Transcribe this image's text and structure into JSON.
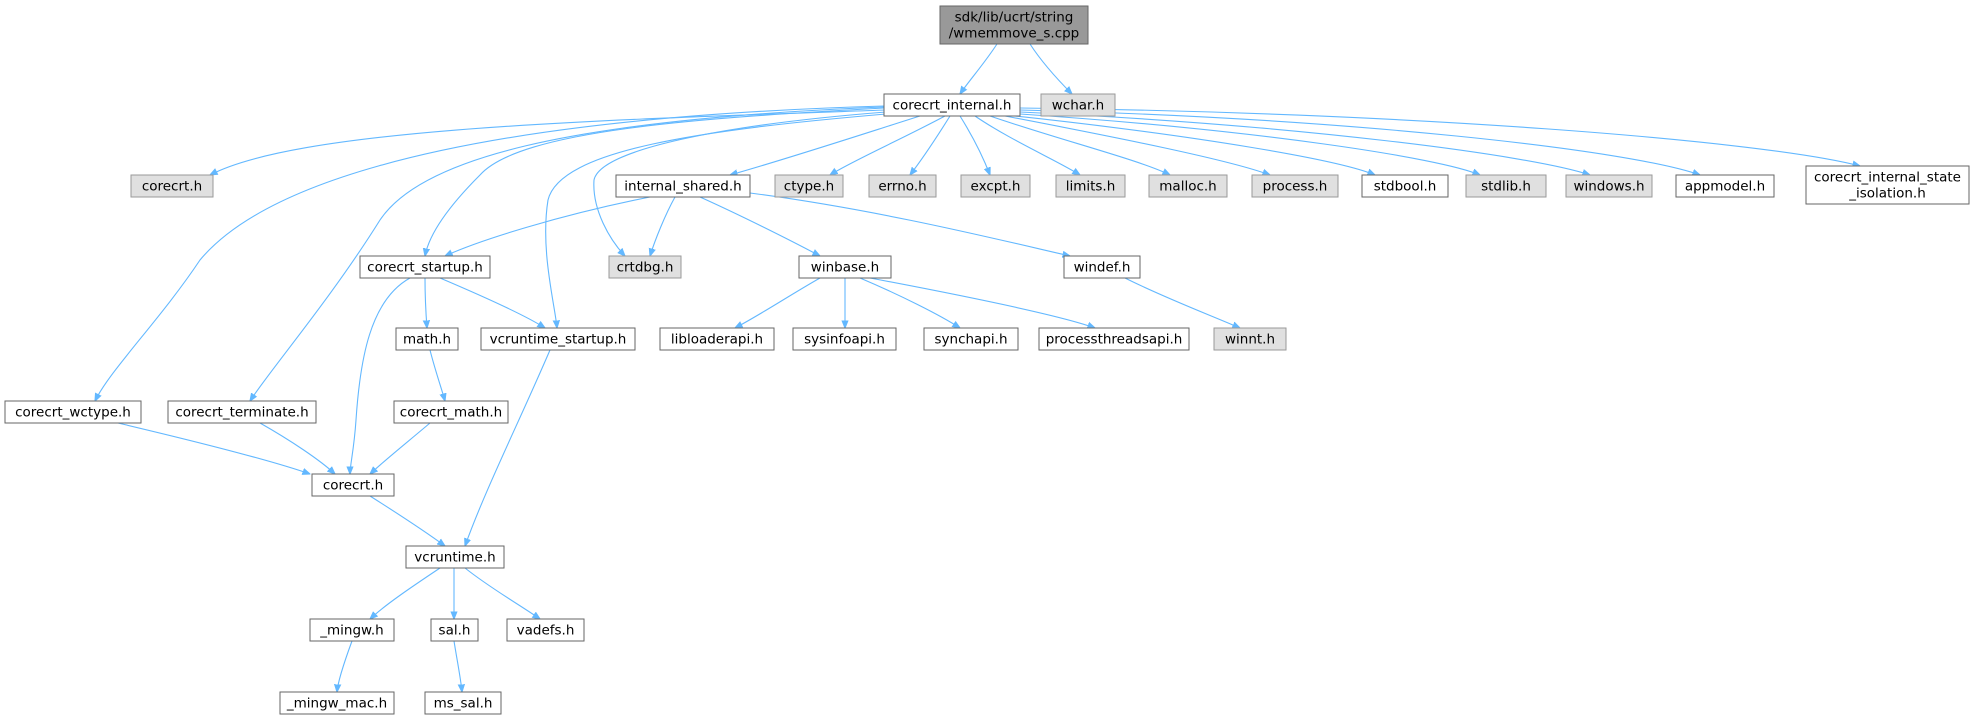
{
  "graph": {
    "colors": {
      "root_fill": "#999999",
      "root_stroke": "#666666",
      "gray_fill": "#e0e0e0",
      "gray_stroke": "#999999",
      "plain_fill": "#ffffff",
      "plain_stroke": "#666666",
      "edge": "#63b8ff"
    },
    "nodes": [
      {
        "id": "root",
        "lines": [
          "sdk/lib/ucrt/string",
          "/wmemmove_s.cpp"
        ],
        "style": "root"
      },
      {
        "id": "corecrt_internal",
        "lines": [
          "corecrt_internal.h"
        ],
        "style": "plain"
      },
      {
        "id": "wchar",
        "lines": [
          "wchar.h"
        ],
        "style": "gray"
      },
      {
        "id": "corecrt_gray",
        "lines": [
          "corecrt.h"
        ],
        "style": "gray"
      },
      {
        "id": "internal_shared",
        "lines": [
          "internal_shared.h"
        ],
        "style": "plain"
      },
      {
        "id": "ctype",
        "lines": [
          "ctype.h"
        ],
        "style": "gray"
      },
      {
        "id": "errno",
        "lines": [
          "errno.h"
        ],
        "style": "gray"
      },
      {
        "id": "excpt",
        "lines": [
          "excpt.h"
        ],
        "style": "gray"
      },
      {
        "id": "limits",
        "lines": [
          "limits.h"
        ],
        "style": "gray"
      },
      {
        "id": "malloc",
        "lines": [
          "malloc.h"
        ],
        "style": "gray"
      },
      {
        "id": "process",
        "lines": [
          "process.h"
        ],
        "style": "gray"
      },
      {
        "id": "stdbool",
        "lines": [
          "stdbool.h"
        ],
        "style": "plain"
      },
      {
        "id": "stdlib",
        "lines": [
          "stdlib.h"
        ],
        "style": "gray"
      },
      {
        "id": "windows",
        "lines": [
          "windows.h"
        ],
        "style": "gray"
      },
      {
        "id": "appmodel",
        "lines": [
          "appmodel.h"
        ],
        "style": "plain"
      },
      {
        "id": "state_isolation",
        "lines": [
          "corecrt_internal_state",
          "_isolation.h"
        ],
        "style": "plain"
      },
      {
        "id": "corecrt_startup",
        "lines": [
          "corecrt_startup.h"
        ],
        "style": "plain"
      },
      {
        "id": "crtdbg",
        "lines": [
          "crtdbg.h"
        ],
        "style": "gray"
      },
      {
        "id": "winbase",
        "lines": [
          "winbase.h"
        ],
        "style": "plain"
      },
      {
        "id": "windef",
        "lines": [
          "windef.h"
        ],
        "style": "plain"
      },
      {
        "id": "math",
        "lines": [
          "math.h"
        ],
        "style": "plain"
      },
      {
        "id": "vcruntime_startup",
        "lines": [
          "vcruntime_startup.h"
        ],
        "style": "plain"
      },
      {
        "id": "libloaderapi",
        "lines": [
          "libloaderapi.h"
        ],
        "style": "plain"
      },
      {
        "id": "sysinfoapi",
        "lines": [
          "sysinfoapi.h"
        ],
        "style": "plain"
      },
      {
        "id": "synchapi",
        "lines": [
          "synchapi.h"
        ],
        "style": "plain"
      },
      {
        "id": "processthreadsapi",
        "lines": [
          "processthreadsapi.h"
        ],
        "style": "plain"
      },
      {
        "id": "winnt",
        "lines": [
          "winnt.h"
        ],
        "style": "gray"
      },
      {
        "id": "corecrt_wctype",
        "lines": [
          "corecrt_wctype.h"
        ],
        "style": "plain"
      },
      {
        "id": "corecrt_terminate",
        "lines": [
          "corecrt_terminate.h"
        ],
        "style": "plain"
      },
      {
        "id": "corecrt_math",
        "lines": [
          "corecrt_math.h"
        ],
        "style": "plain"
      },
      {
        "id": "corecrt_plain",
        "lines": [
          "corecrt.h"
        ],
        "style": "plain"
      },
      {
        "id": "vcruntime",
        "lines": [
          "vcruntime.h"
        ],
        "style": "plain"
      },
      {
        "id": "mingw",
        "lines": [
          "_mingw.h"
        ],
        "style": "plain"
      },
      {
        "id": "sal",
        "lines": [
          "sal.h"
        ],
        "style": "plain"
      },
      {
        "id": "vadefs",
        "lines": [
          "vadefs.h"
        ],
        "style": "plain"
      },
      {
        "id": "mingw_mac",
        "lines": [
          "_mingw_mac.h"
        ],
        "style": "plain"
      },
      {
        "id": "ms_sal",
        "lines": [
          "ms_sal.h"
        ],
        "style": "plain"
      }
    ],
    "edges": [
      {
        "from": "root",
        "to": "corecrt_internal"
      },
      {
        "from": "root",
        "to": "wchar"
      },
      {
        "from": "corecrt_internal",
        "to": "corecrt_gray"
      },
      {
        "from": "corecrt_internal",
        "to": "internal_shared"
      },
      {
        "from": "corecrt_internal",
        "to": "ctype"
      },
      {
        "from": "corecrt_internal",
        "to": "errno"
      },
      {
        "from": "corecrt_internal",
        "to": "excpt"
      },
      {
        "from": "corecrt_internal",
        "to": "limits"
      },
      {
        "from": "corecrt_internal",
        "to": "malloc"
      },
      {
        "from": "corecrt_internal",
        "to": "process"
      },
      {
        "from": "corecrt_internal",
        "to": "stdbool"
      },
      {
        "from": "corecrt_internal",
        "to": "stdlib"
      },
      {
        "from": "corecrt_internal",
        "to": "windows"
      },
      {
        "from": "corecrt_internal",
        "to": "appmodel"
      },
      {
        "from": "corecrt_internal",
        "to": "state_isolation"
      },
      {
        "from": "corecrt_internal",
        "to": "corecrt_startup"
      },
      {
        "from": "corecrt_internal",
        "to": "crtdbg"
      },
      {
        "from": "corecrt_internal",
        "to": "vcruntime_startup"
      },
      {
        "from": "corecrt_internal",
        "to": "corecrt_wctype"
      },
      {
        "from": "corecrt_internal",
        "to": "corecrt_terminate"
      },
      {
        "from": "internal_shared",
        "to": "corecrt_startup"
      },
      {
        "from": "internal_shared",
        "to": "crtdbg"
      },
      {
        "from": "internal_shared",
        "to": "winbase"
      },
      {
        "from": "internal_shared",
        "to": "windef"
      },
      {
        "from": "corecrt_startup",
        "to": "math"
      },
      {
        "from": "corecrt_startup",
        "to": "vcruntime_startup"
      },
      {
        "from": "corecrt_startup",
        "to": "corecrt_plain"
      },
      {
        "from": "winbase",
        "to": "libloaderapi"
      },
      {
        "from": "winbase",
        "to": "sysinfoapi"
      },
      {
        "from": "winbase",
        "to": "synchapi"
      },
      {
        "from": "winbase",
        "to": "processthreadsapi"
      },
      {
        "from": "windef",
        "to": "winnt"
      },
      {
        "from": "math",
        "to": "corecrt_math"
      },
      {
        "from": "corecrt_math",
        "to": "corecrt_plain"
      },
      {
        "from": "corecrt_wctype",
        "to": "corecrt_plain"
      },
      {
        "from": "corecrt_terminate",
        "to": "corecrt_plain"
      },
      {
        "from": "vcruntime_startup",
        "to": "vcruntime"
      },
      {
        "from": "corecrt_plain",
        "to": "vcruntime"
      },
      {
        "from": "vcruntime",
        "to": "mingw"
      },
      {
        "from": "vcruntime",
        "to": "sal"
      },
      {
        "from": "vcruntime",
        "to": "vadefs"
      },
      {
        "from": "mingw",
        "to": "mingw_mac"
      },
      {
        "from": "sal",
        "to": "ms_sal"
      }
    ]
  }
}
